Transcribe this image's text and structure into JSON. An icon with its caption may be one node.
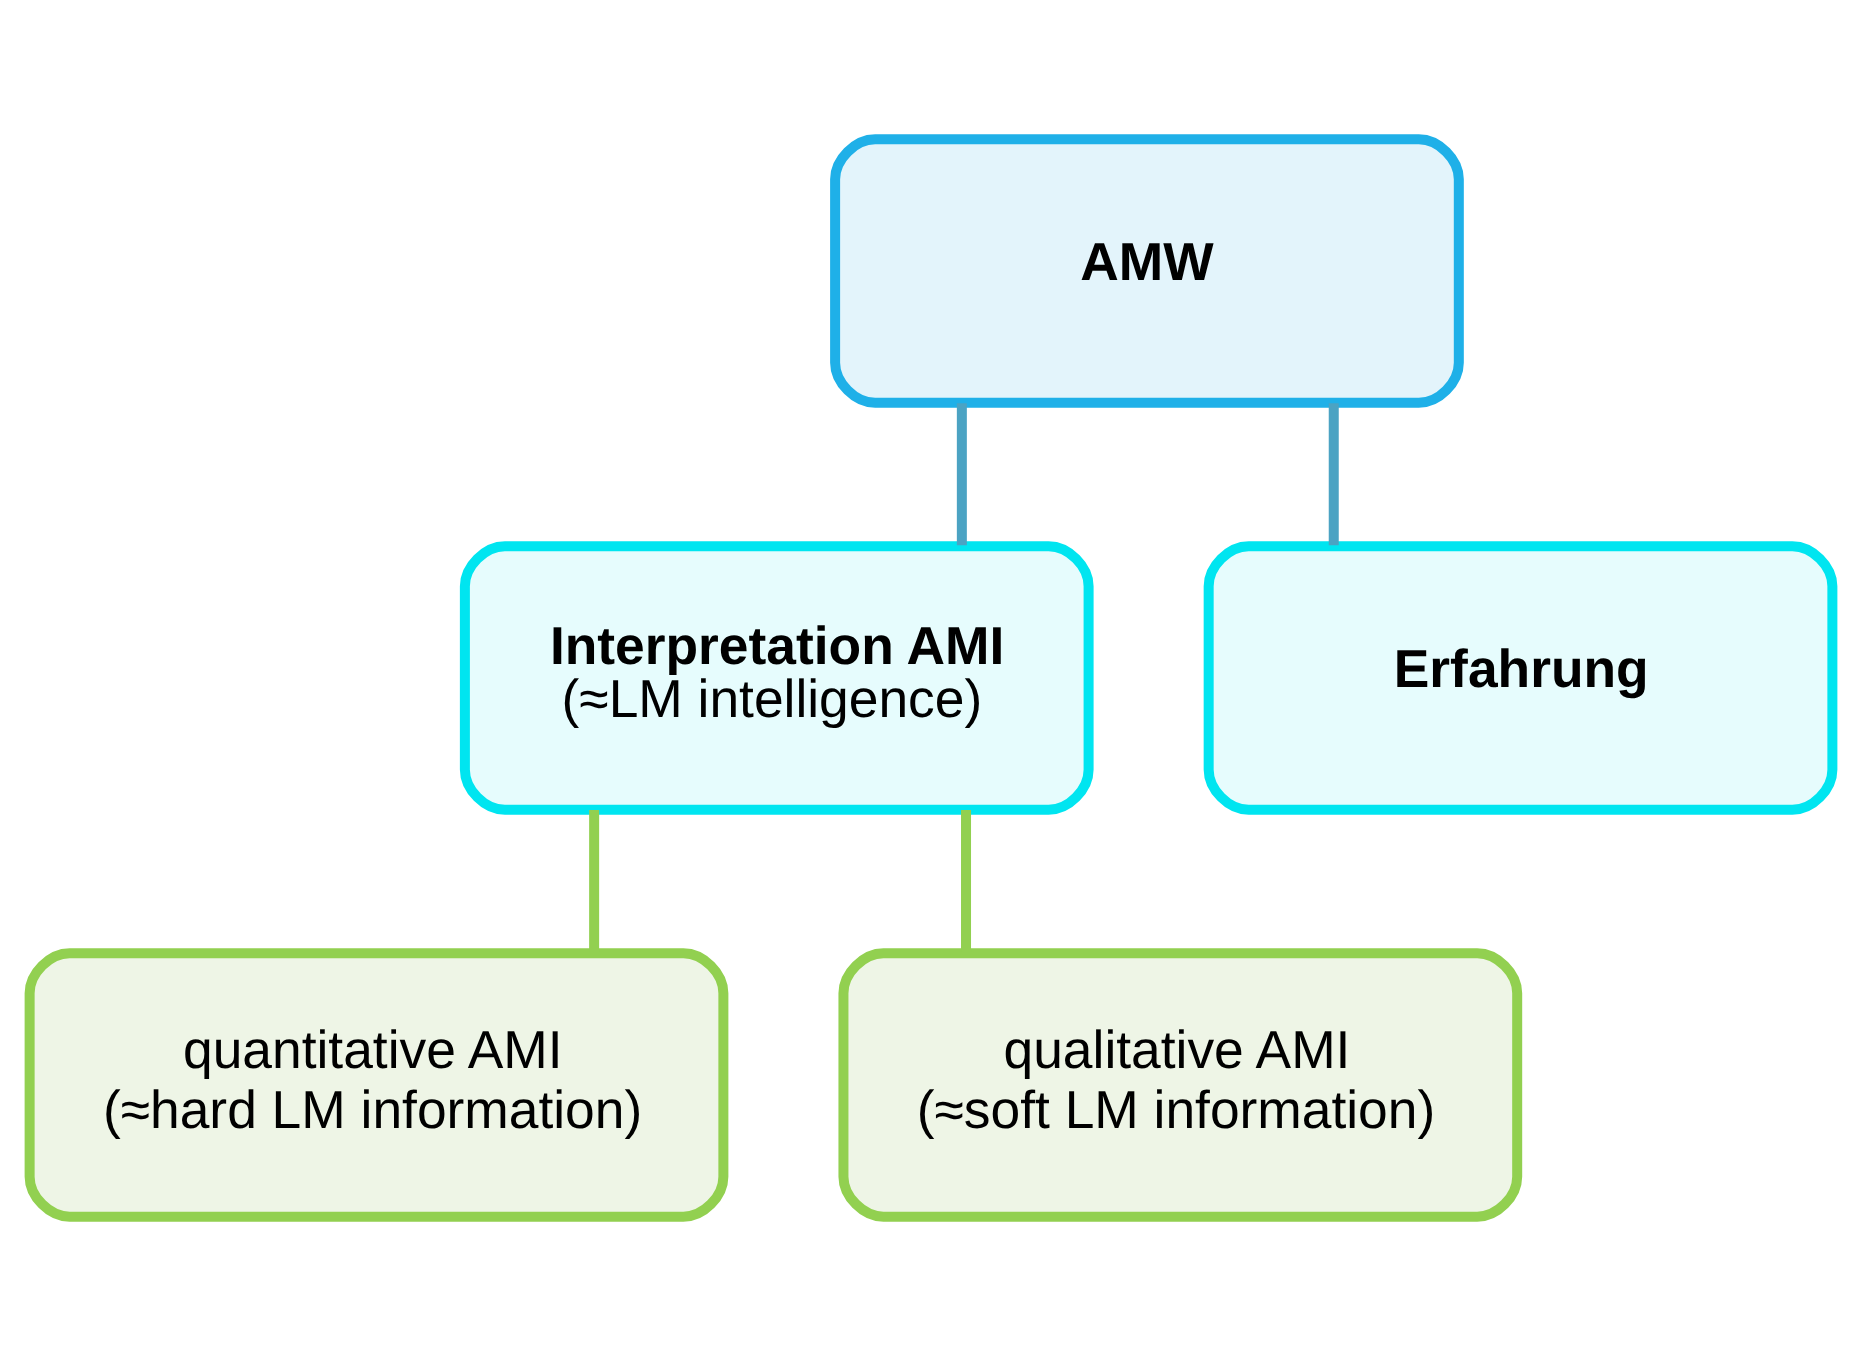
{
  "diagram": {
    "nodes": [
      {
        "text": [
          "AMW"
        ]
      },
      {
        "text": [
          "Interpretation AMI",
          "(≈LM intelligence)"
        ]
      },
      {
        "text": [
          "Erfahrung"
        ]
      },
      {
        "text": [
          "quantitative AMI",
          "(≈hard LM information)"
        ]
      },
      {
        "text": [
          "qualitative AMI",
          "(≈soft LM information)"
        ]
      }
    ],
    "edges": [
      {
        "from": 0,
        "to": 1,
        "arrow": "none",
        "color": "#4ba3c3"
      },
      {
        "from": 0,
        "to": 2,
        "arrow": "none",
        "color": "#4ba3c3"
      },
      {
        "from": 1,
        "to": 3,
        "arrow": "none",
        "color": "#92d050"
      },
      {
        "from": 1,
        "to": 4,
        "arrow": "none",
        "color": "#92d050"
      }
    ]
  }
}
